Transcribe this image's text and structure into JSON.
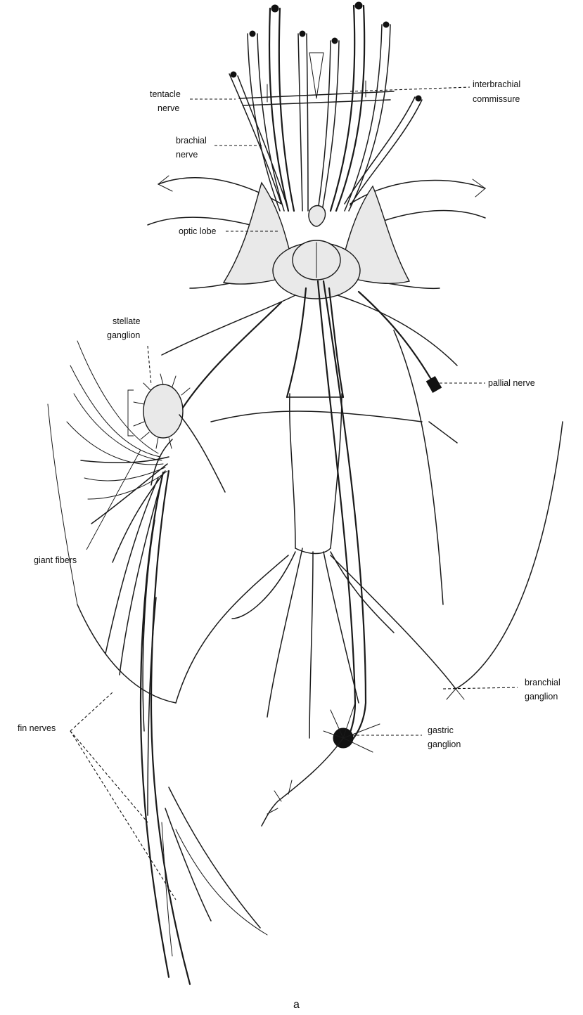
{
  "figure": {
    "panel_letter": "a",
    "labels": {
      "tentacle_nerve": [
        "tentacle",
        "nerve"
      ],
      "interbrachial_commissure": [
        "interbrachial",
        "commissure"
      ],
      "brachial_nerve": [
        "brachial",
        "nerve"
      ],
      "optic_lobe": "optic lobe",
      "stellate_ganglion": [
        "stellate",
        "ganglion"
      ],
      "pallial_nerve": "pallial nerve",
      "giant_fibers": "giant fibers",
      "branchial_ganglion": [
        "branchial",
        "ganglion"
      ],
      "fin_nerves": "fin nerves",
      "gastric_ganglion": [
        "gastric",
        "ganglion"
      ]
    }
  }
}
